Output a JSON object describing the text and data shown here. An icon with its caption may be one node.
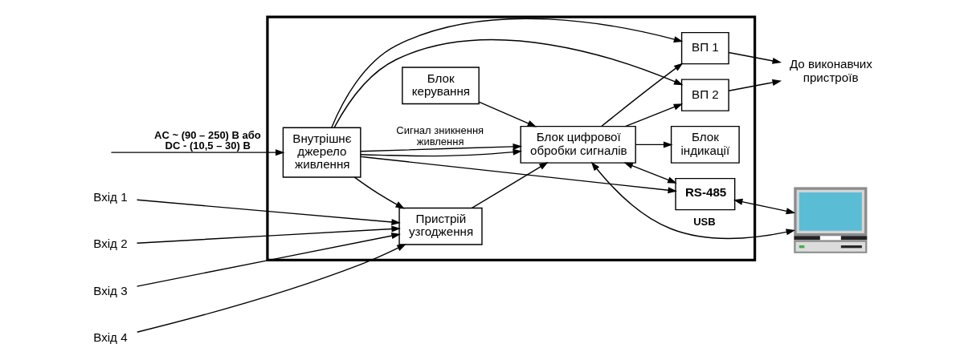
{
  "diagram": {
    "nodes": [
      {
        "text": [],
        "shape": "box"
      },
      {
        "text": [
          "Вхід 1"
        ]
      },
      {
        "text": [
          "Вхід 2"
        ]
      },
      {
        "text": [
          "Вхід 3"
        ]
      },
      {
        "text": [
          "Вхід 4"
        ]
      },
      {
        "text": [
          "Пристрій узгодження"
        ],
        "in": 0
      },
      {
        "text": [
          "Блок індикації"
        ],
        "in": 0
      },
      {
        "text": [
          "Блок керування"
        ],
        "in": 0
      },
      {
        "text": [
          "Блок цифрової обробки сигналів"
        ],
        "in": 0
      },
      {
        "text": [
          "ВП 1"
        ],
        "in": 0
      },
      {
        "text": [
          "ВП 2"
        ],
        "in": 0
      },
      {
        "text": [
          "Внутрішнє джерело живлення"
        ],
        "in": 0
      },
      {
        "text": [
          "RS-485"
        ],
        "in": 0
      },
      {
        "text": [
          "До виконавчих пристроїв"
        ]
      },
      {
        "text": [],
        "shape": "picture"
      }
    ],
    "edges": [
      {
        "from": 1,
        "to": 5,
        "arrow": "to"
      },
      {
        "from": 2,
        "to": 5,
        "arrow": "to"
      },
      {
        "from": 3,
        "to": 5,
        "arrow": "to"
      },
      {
        "from": 4,
        "to": 5,
        "arrow": "to"
      },
      {
        "from": 5,
        "to": 8,
        "arrow": "to"
      },
      {
        "from": 8,
        "to": 6,
        "arrow": "to"
      },
      {
        "from": 7,
        "to": 8,
        "arrow": "to"
      },
      {
        "from": 8,
        "to": 9,
        "arrow": "to"
      },
      {
        "from": 8,
        "to": 10,
        "arrow": "to"
      },
      {
        "from": 9,
        "to": 13,
        "arrow": "to"
      },
      {
        "from": 10,
        "to": 13,
        "arrow": "to"
      },
      {
        "from": null,
        "to": 11,
        "arrow": "to",
        "label": "AC ~ (90 – 250) В або DC - (10,5 – 30) В"
      },
      {
        "from": 11,
        "to": 5,
        "arrow": "to"
      },
      {
        "from": 11,
        "to": 8,
        "arrow": "to",
        "label": "Сигнал зникнення живлення"
      },
      {
        "from": 11,
        "to": 9,
        "arrow": "to"
      },
      {
        "from": 11,
        "to": 10,
        "arrow": "to"
      },
      {
        "from": 11,
        "to": 8,
        "arrow": "to"
      },
      {
        "from": 11,
        "to": 12,
        "arrow": "to"
      },
      {
        "from": 8,
        "to": 12,
        "arrow": "both"
      },
      {
        "from": 8,
        "to": 14,
        "arrow": "both",
        "label": "USB"
      },
      {
        "from": 12,
        "to": 14,
        "arrow": "both"
      }
    ]
  }
}
